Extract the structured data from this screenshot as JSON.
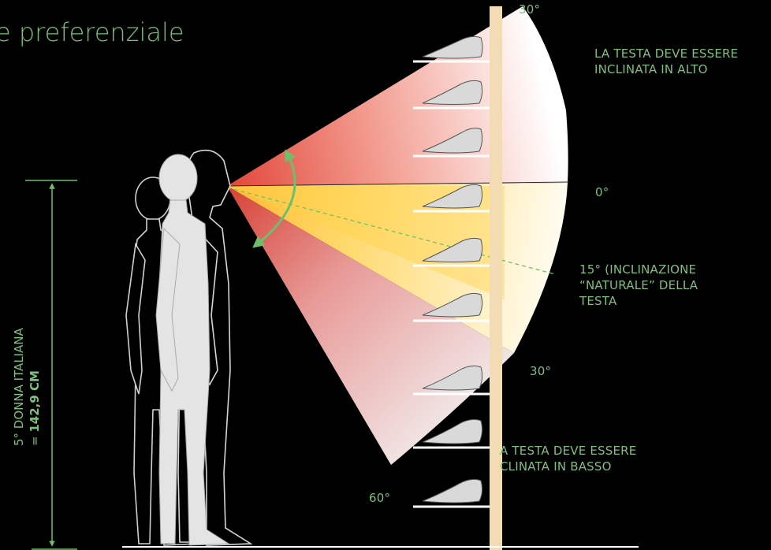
{
  "title": "e preferenziale",
  "labels": {
    "top_angle": "30°",
    "tilt_up": [
      "LA TESTA DEVE ESSERE",
      "INCLINATA IN ALTO"
    ],
    "zero": "0°",
    "natural": [
      "15° (INCLINAZIONE",
      "“NATURALE” DELLA",
      "TESTA"
    ],
    "lower_angle": "30°",
    "tilt_down": [
      "A TESTA DEVE ESSERE",
      "CLINATA IN BASSO"
    ],
    "bottom_angle": "60°"
  },
  "height_label": {
    "line1": "5° DONNA ITALIANA",
    "prefix": "= ",
    "value": "142,9 CM"
  },
  "colors": {
    "text": "#7fbf7f",
    "arrow": "#6cc06c",
    "pole": "#f3dcb4",
    "cone_red": "#e2463a",
    "cone_yellow": "#ffd24a"
  }
}
